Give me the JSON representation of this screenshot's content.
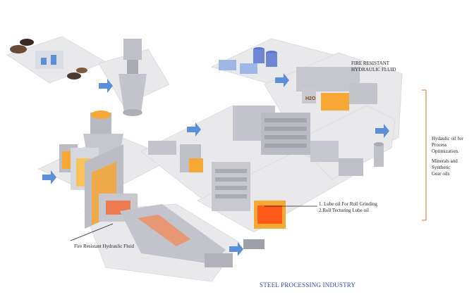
{
  "labels": {
    "fire_resistant_hydraulic_top": "FIRE RESISTANT HYDRAULIC FLUID",
    "fire_resistant_hydraulic_bottom": "Fire Resistant Hydraulic Fluid",
    "lube_line1": "1. Lube oil For Roll Grinding",
    "lube_line2": "2.Roll Tecturing Lube oil",
    "hydraulic_process_line1": "Hydaulic oil for Process",
    "hydraulic_process_line2": "Optimization.",
    "minerals_line1": "Minerals and Synthetic",
    "minerals_line2": "Gear oils",
    "h2o_tank": "H2O"
  },
  "title": "STEEL PROCESSING INDUSTRY",
  "colors": {
    "platform": "#e9e9ec",
    "machine": "#c9c9cf",
    "hot": "#f7a733",
    "molten": "#ff5a1a",
    "arrow": "#5b8fd6",
    "panel": "#9fb7e6",
    "bracket": "#e06a1e",
    "title": "#2b4aa8"
  }
}
